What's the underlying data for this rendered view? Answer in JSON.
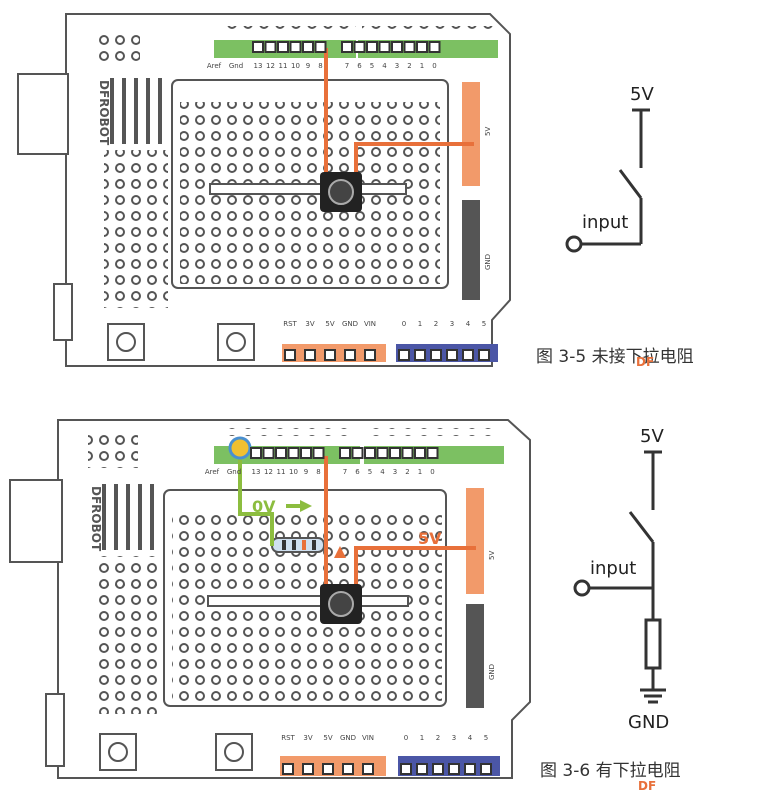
{
  "figure_top": {
    "caption": "图 3-5 未接下拉电阻",
    "schematic": {
      "supply": "5V",
      "input": "input"
    }
  },
  "figure_bottom": {
    "caption": "图 3-6 有下拉电阻",
    "schematic": {
      "supply": "5V",
      "input": "input",
      "ground": "GND"
    },
    "wire_labels": {
      "zero_v": "0V",
      "five_v": "5V"
    }
  },
  "board": {
    "brand": "DFROBOT",
    "digital_header_labels": [
      "Aref",
      "Gnd",
      "13",
      "12",
      "11",
      "10",
      "9",
      "8",
      "7",
      "6",
      "5",
      "4",
      "3",
      "2",
      "1",
      "0"
    ],
    "power_header_labels": [
      "RST",
      "3V",
      "5V",
      "GND",
      "VIN"
    ],
    "analog_header_labels": [
      "0",
      "1",
      "2",
      "3",
      "4",
      "5"
    ],
    "side_labels": {
      "five_v": "5V",
      "gnd": "GND"
    },
    "small_digits": {
      "two": "2",
      "one": "1",
      "three": "3",
      "four": "4"
    }
  },
  "watermark": {
    "text": "DF"
  },
  "colors": {
    "wire_orange": "#e8703a",
    "wire_green": "#8cbd3f",
    "header_green": "#7cc062",
    "header_orange": "#f29a6a",
    "header_blue": "#4b56a6",
    "board_outline": "#555555",
    "hole": "#555555"
  }
}
